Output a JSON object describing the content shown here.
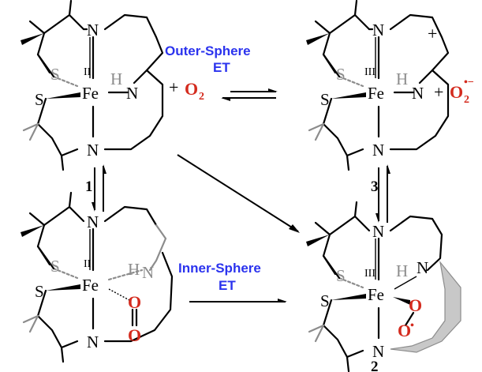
{
  "labels": {
    "outer_line1": "Outer-Sphere",
    "outer_line2": "ET",
    "inner_line1": "Inner-Sphere",
    "inner_line2": "ET",
    "plus": "+",
    "o2": "O",
    "o2_sub": "2",
    "superoxide_charge": "•−",
    "cation_charge": "+"
  },
  "atoms": {
    "iron": "Fe",
    "sulfur": "S",
    "nitrogen": "N",
    "hydrogen": "H",
    "oxygen": "O",
    "radical_dot": "•"
  },
  "oxidation_states": {
    "fe_ii": "II",
    "fe_iii": "III"
  },
  "compounds": [
    {
      "id": "1",
      "label": "1"
    },
    {
      "id": "3",
      "label": "3"
    },
    {
      "id": "2",
      "label": "2"
    }
  ],
  "colors": {
    "oxygen_red": "#d42b1e",
    "label_blue": "#2b33ee",
    "gray_atom": "#8c8c8c"
  }
}
